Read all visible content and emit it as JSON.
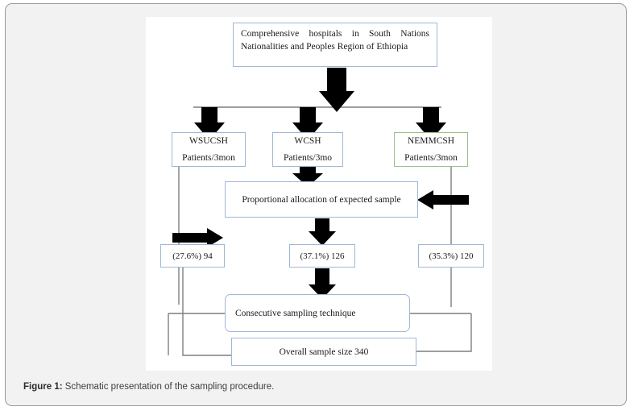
{
  "figure": {
    "caption_label": "Figure 1:",
    "caption_text": " Schematic presentation of the sampling procedure."
  },
  "colors": {
    "box_border_blue": "#9fb8d6",
    "box_border_green": "#9dc08b",
    "connector_gray": "#7f7f7f",
    "arrow_black": "#000000",
    "panel_background": "#ffffff",
    "card_background": "#f2f2f2"
  },
  "diagram": {
    "type": "flowchart",
    "title": "Schematic presentation of the sampling procedure",
    "nodes": {
      "root": {
        "label": "Comprehensive hospitals in South Nations Nationalities and Peoples Region of Ethiopia",
        "border": "blue"
      },
      "hospitals": [
        {
          "name": "WSUCSH",
          "sub": "Patients/3mon",
          "border": "blue"
        },
        {
          "name": "WCSH",
          "sub": "Patients/3mo",
          "border": "blue"
        },
        {
          "name": "NEMMCSH",
          "sub": "Patients/3mon",
          "border": "green"
        }
      ],
      "allocation": {
        "label": "Proportional allocation of expected sample",
        "border": "blue"
      },
      "allocations": [
        {
          "label": "(27.6%) 94",
          "percent": 27.6,
          "count": 94,
          "hospital": "WSUCSH"
        },
        {
          "label": "(37.1%) 126",
          "percent": 37.1,
          "count": 126,
          "hospital": "WCSH"
        },
        {
          "label": "(35.3%) 120",
          "percent": 35.3,
          "count": 120,
          "hospital": "NEMMCSH"
        }
      ],
      "sampling": {
        "label": "Consecutive sampling technique",
        "border": "blue"
      },
      "total": {
        "label": "Overall sample size 340",
        "value": 340,
        "border": "blue"
      }
    }
  }
}
